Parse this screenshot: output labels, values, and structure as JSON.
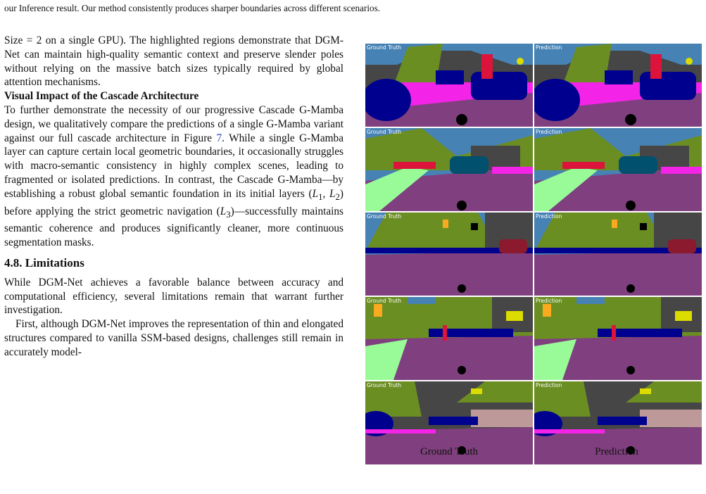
{
  "top_caption": "our Inference result. Our method consistently produces sharper boundaries across different scenarios.",
  "left_column": {
    "p1": "Size = 2 on a single GPU). The highlighted regions demonstrate that DGM-Net can maintain high-quality semantic context and preserve slender poles without relying on the massive batch sizes typically required by global attention mechanisms.",
    "subhead": "Visual Impact of the Cascade Architecture",
    "p2_a": "To further demonstrate the necessity of our progressive Cascade G-Mamba design, we qualitatively compare the predictions of a single G-Mamba variant against our full cascade architecture in Figure ",
    "p2_ref": "7",
    "p2_b": ". While a single G-Mamba layer can capture certain local geometric boundaries, it occasionally struggles with macro-semantic consistency in highly complex scenes, leading to fragmented or isolated predictions. In contrast, the Cascade G-Mamba—by establishing a robust global semantic foundation in its initial layers (",
    "p2_l1": "L",
    "p2_sub1": "1",
    "p2_c": ", ",
    "p2_l2": "L",
    "p2_sub2": "2",
    "p2_d": ") before applying the strict geometric navigation (",
    "p2_l3": "L",
    "p2_sub3": "3",
    "p2_e": ")—successfully maintains semantic coherence and produces significantly cleaner, more continuous segmentation masks.",
    "section": "4.8. Limitations",
    "p3": "While DGM-Net achieves a favorable balance between accuracy and computational efficiency, several limitations remain that warrant further investigation.",
    "p4": "First, although DGM-Net improves the representation of thin and elongated structures compared to vanilla SSM-based designs, challenges still remain in accurately model-"
  },
  "figure": {
    "panel_labels": {
      "left": "Ground Truth",
      "right": "Prediction"
    },
    "captions": {
      "left": "Ground Truth",
      "right": "Prediction"
    }
  },
  "colors": {
    "road": "#80407f",
    "sky": "#4682b4",
    "vegetation": "#6b8e23",
    "building": "#464646",
    "car": "#00008e",
    "sidewalk": "#f423e8",
    "terrain": "#98fb98",
    "sign": "#dcdc00",
    "light": "#faaa1e",
    "person": "#dc143c",
    "wall": "#be9999"
  }
}
